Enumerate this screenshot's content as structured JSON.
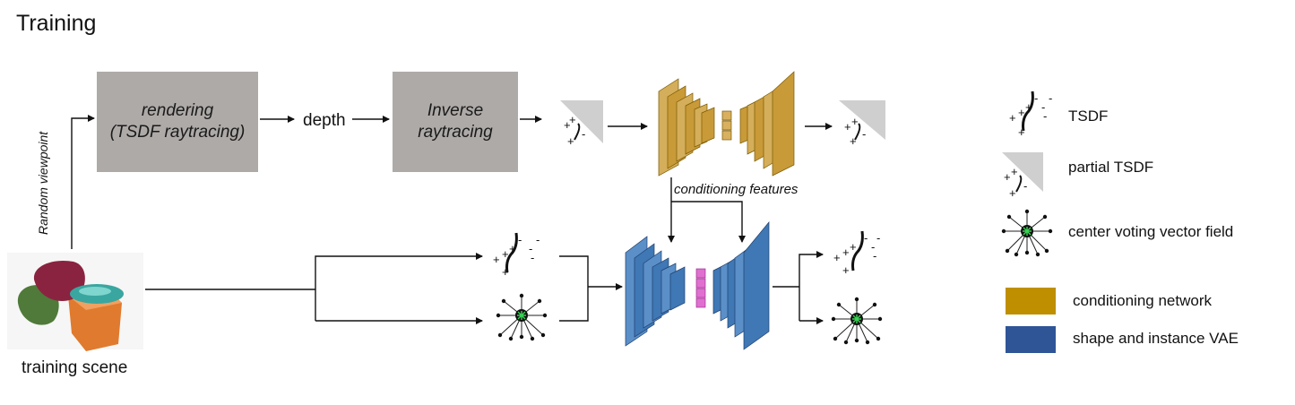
{
  "title": "Training",
  "boxes": {
    "rendering_line1": "rendering",
    "rendering_line2": "(TSDF raytracing)",
    "inverse_line1": "Inverse",
    "inverse_line2": "raytracing"
  },
  "labels": {
    "depth": "depth",
    "random_viewpoint": "Random viewpoint",
    "conditioning_features": "conditioning features",
    "training_scene": "training scene"
  },
  "legend": {
    "tsdf": "TSDF",
    "partial_tsdf": "partial TSDF",
    "center_voting": "center voting vector field",
    "conditioning_network": "conditioning network",
    "shape_vae": "shape and instance VAE"
  },
  "colors": {
    "gray_box": "#aeaaa8",
    "conditioning_network": "#bf8f00",
    "shape_vae": "#2f5597",
    "latent_pink": "#e070d0"
  },
  "tsdf_signs": {
    "plus": "+",
    "minus": "-"
  }
}
